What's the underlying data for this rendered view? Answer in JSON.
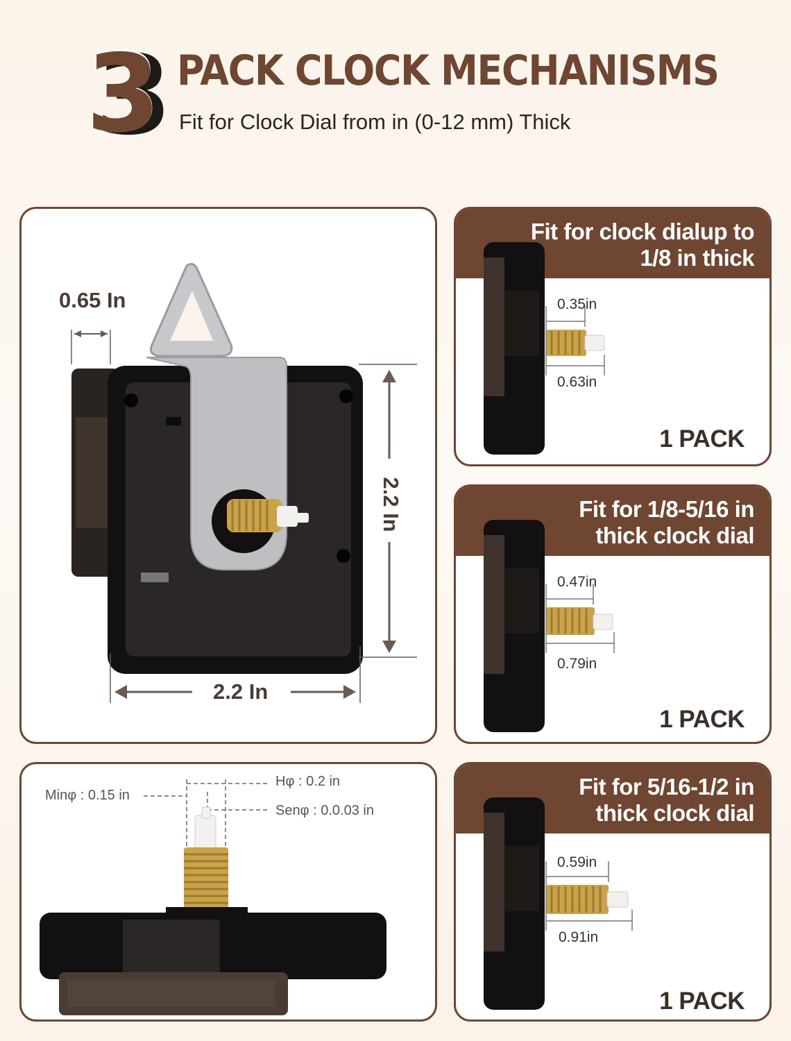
{
  "header": {
    "number": "3",
    "title": "PACK CLOCK MECHANISMS",
    "subtitle": "Fit for Clock Dial from in (0-12 mm) Thick"
  },
  "main_panel": {
    "depth_label": "0.65 In",
    "height_label": "2.2 In",
    "width_label": "2.2 In"
  },
  "shaft_panel": {
    "min_label": "Minφ : 0.15 in",
    "hour_label": "Hφ : 0.2 in",
    "sec_label": "Senφ : 0.0.03 in"
  },
  "variants": [
    {
      "title_line1": "Fit for clock dialup to",
      "title_line2": "1/8 in thick",
      "thread_label": "0.35in",
      "shaft_label": "0.63in",
      "pack_label": "1 PACK"
    },
    {
      "title_line1": "Fit for 1/8-5/16 in",
      "title_line2": "thick clock dial",
      "thread_label": "0.47in",
      "shaft_label": "0.79in",
      "pack_label": "1 PACK"
    },
    {
      "title_line1": "Fit for 5/16-1/2 in",
      "title_line2": "thick clock dial",
      "thread_label": "0.59in",
      "shaft_label": "0.91in",
      "pack_label": "1 PACK"
    }
  ],
  "colors": {
    "brand": "#6e4631",
    "background": "#fbf3ea",
    "gold": "#c9a24a"
  }
}
